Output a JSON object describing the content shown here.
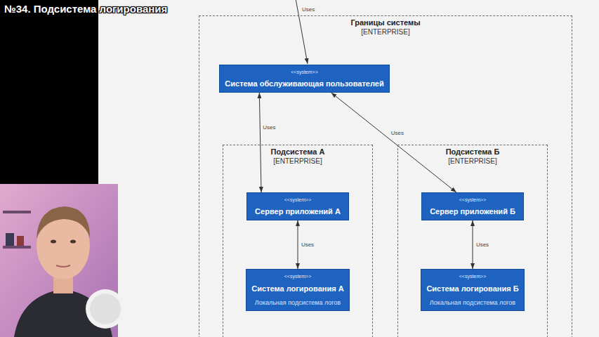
{
  "diagram": {
    "title": "№34. Подсистема логирования",
    "nodes": [
      {
        "text": [
          "Границы системы",
          "[ENTERPRISE]"
        ]
      },
      {
        "text": [
          "<<system>>",
          "Система обслуживающая пользователей"
        ],
        "in": 0
      },
      {
        "text": [
          "Подсистема А",
          "[ENTERPRISE]"
        ],
        "in": 0
      },
      {
        "text": [
          "<<system>>",
          "Сервер приложений А"
        ],
        "in": 2
      },
      {
        "text": [
          "<<system>>",
          "Система логирования А",
          "Локальная подсистема логов"
        ],
        "in": 2
      },
      {
        "text": [
          "Подсистема Б",
          "[ENTERPRISE]"
        ],
        "in": 0
      },
      {
        "text": [
          "<<system>>",
          "Сервер приложений Б"
        ],
        "in": 5
      },
      {
        "text": [
          "<<system>>",
          "Система логирования Б",
          "Локальная подсистема логов"
        ],
        "in": 5
      }
    ],
    "edges": [
      {
        "from": 1,
        "to": 3,
        "label": "Uses",
        "arrow": "both"
      },
      {
        "from": 1,
        "to": 6,
        "label": "Uses",
        "arrow": "both"
      },
      {
        "from": 3,
        "to": 4,
        "label": "Uses",
        "arrow": "both"
      },
      {
        "from": 6,
        "to": 7,
        "label": "Uses",
        "arrow": "both"
      }
    ],
    "labels": [
      "Uses"
    ]
  }
}
